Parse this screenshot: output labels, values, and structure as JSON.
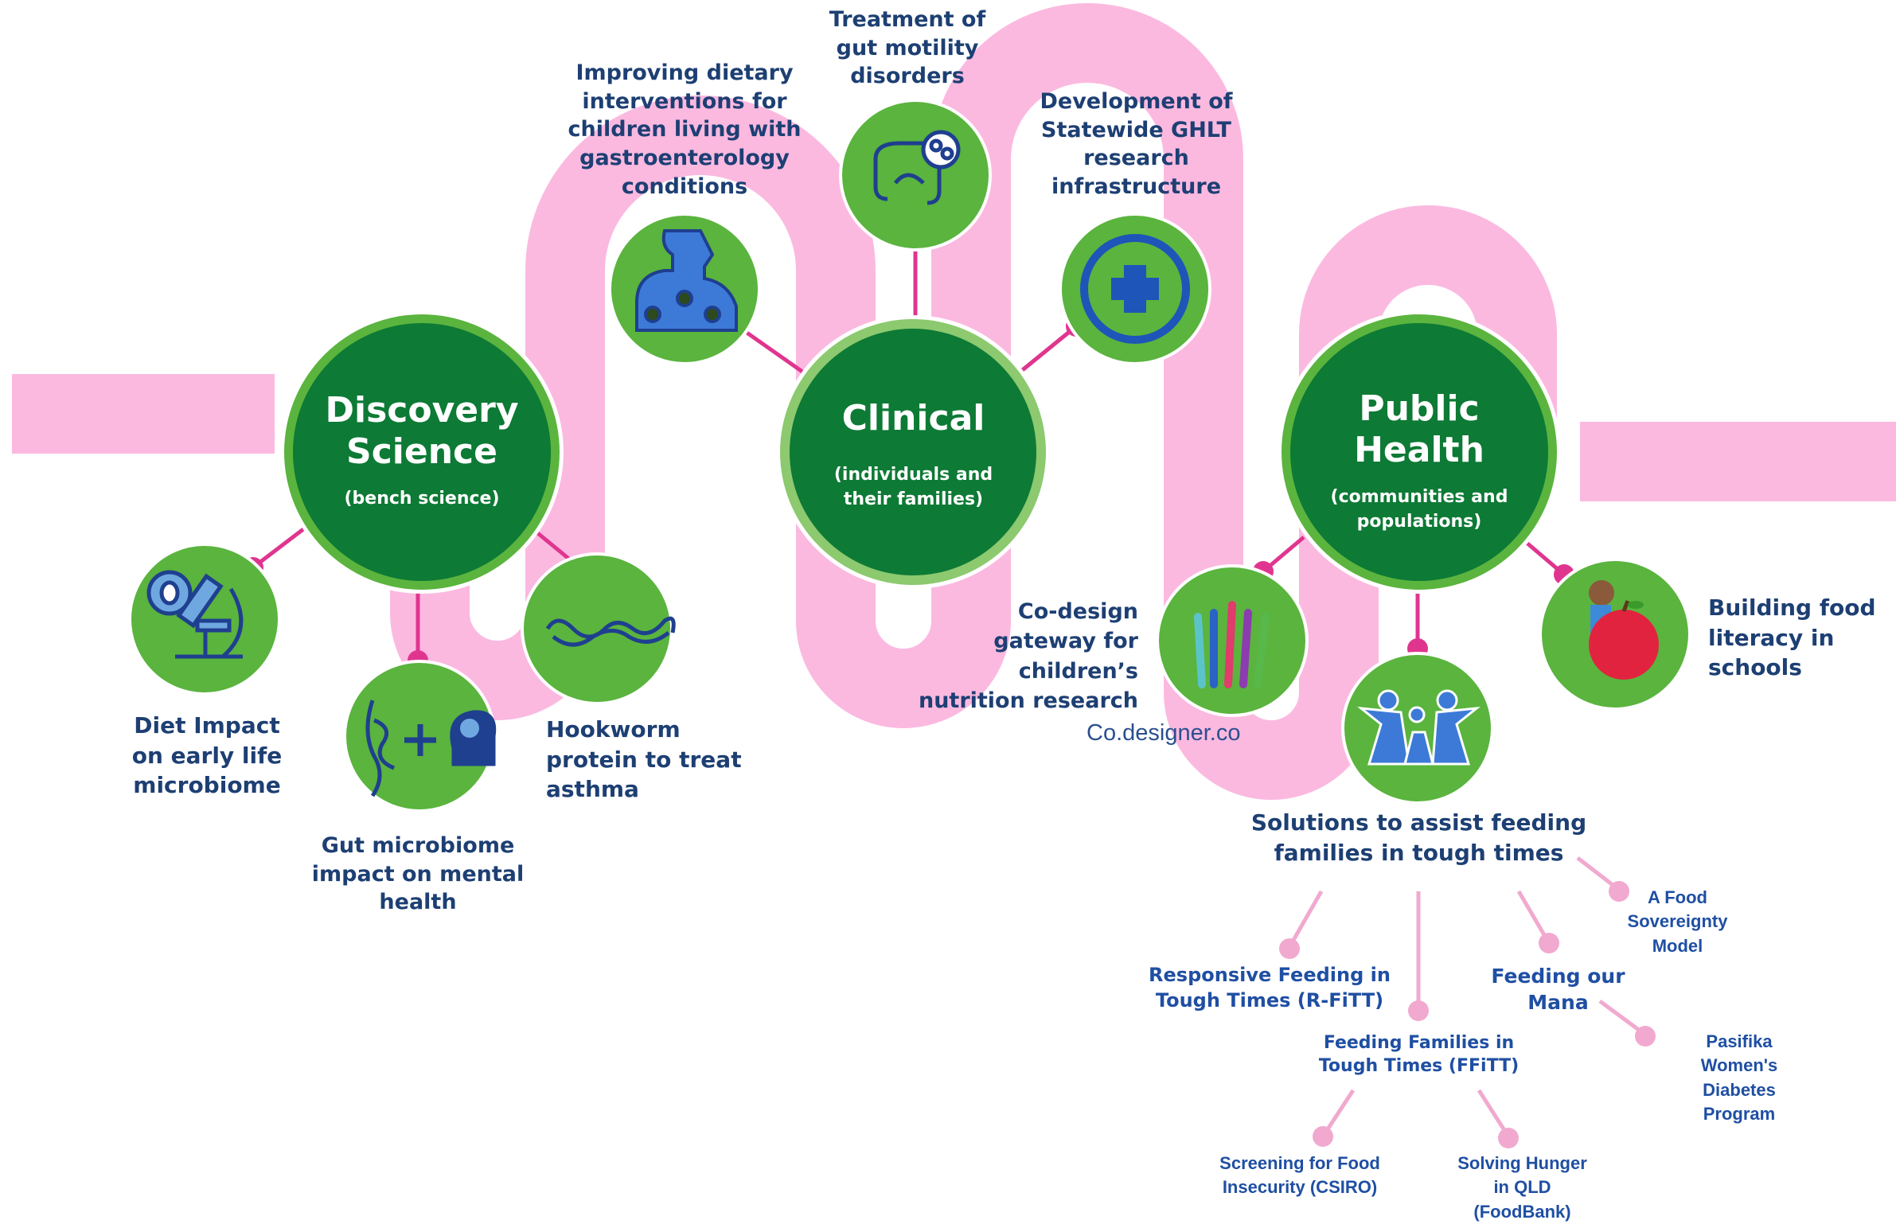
{
  "colors": {
    "pink_band": "#fbb9e0",
    "pink_connector": "#e0358f",
    "pink_light_connector": "#f1a9cf",
    "hub_green": "#0d7a35",
    "node_green": "#5ab43e",
    "ring_light_green": "#8cc96f",
    "text_navy": "#1d3f73",
    "text_blue": "#1f4fa3",
    "icon_blue": "#1f3f8f"
  },
  "hubs": {
    "discovery": {
      "title": "Discovery\nScience",
      "subtitle": "(bench science)"
    },
    "clinical": {
      "title": "Clinical",
      "subtitle": "(individuals and\ntheir families)"
    },
    "public_health": {
      "title": "Public\nHealth",
      "subtitle": "(communities and\npopulations)"
    }
  },
  "nodes": {
    "diet_impact": {
      "label": "Diet Impact\non early life\nmicrobiome",
      "icon": "microscope-icon"
    },
    "gut_mental": {
      "label": "Gut microbiome\nimpact on mental health",
      "icon": "gut-brain-icon"
    },
    "hookworm": {
      "label": "Hookworm\nprotein to treat\nasthma",
      "icon": "worm-icon"
    },
    "dietary": {
      "label": "Improving dietary\ninterventions for\nchildren living with\ngastroenterology\nconditions",
      "icon": "person-bacteria-icon"
    },
    "motility": {
      "label": "Treatment of\ngut motility\ndisorders",
      "icon": "intestine-icon"
    },
    "statewide": {
      "label": "Development of\nStatewide GHLT\nresearch\ninfrastructure",
      "icon": "medical-cross-icon"
    },
    "codesign": {
      "label": "Co-design\ngateway for children’s\nnutrition research",
      "icon": "raised-hands-icon"
    },
    "solutions": {
      "label": "Solutions to assist feeding\nfamilies in tough times",
      "icon": "family-icon"
    },
    "food_literacy": {
      "label": "Building food\nliteracy in\nschools",
      "icon": "child-apple-icon"
    }
  },
  "sub_items": {
    "rfitt": "Responsive Feeding in\nTough Times (R-FiTT)",
    "ffitt": "Feeding Families in\nTough Times (FFiTT)",
    "mana": "Feeding our\nMana",
    "sovereignty": "A Food\nSovereignty\nModel",
    "pasifika": "Pasifika\nWomen's\nDiabetes\nProgram",
    "screening": "Screening for Food\nInsecurity (CSIRO)",
    "hunger": "Solving Hunger\nin QLD\n(FoodBank)"
  },
  "credit": "Co.designer.co"
}
